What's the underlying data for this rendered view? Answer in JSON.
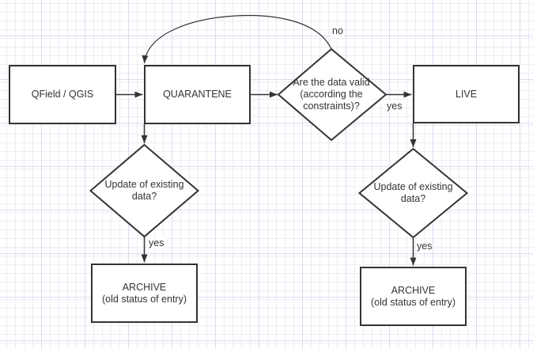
{
  "diagram": {
    "nodes": {
      "qfield": {
        "label": "QField / QGIS"
      },
      "quarantene": {
        "label": "QUARANTENE"
      },
      "live": {
        "label": "LIVE"
      },
      "valid_check": {
        "label": "Are the data valid (according the constraints)?"
      },
      "update_check_left": {
        "label": "Update of existing data?"
      },
      "update_check_right": {
        "label": "Update of existing data?"
      },
      "archive_left": {
        "lines": [
          "ARCHIVE",
          "(old status of entry)"
        ]
      },
      "archive_right": {
        "lines": [
          "ARCHIVE",
          "(old status of entry)"
        ]
      }
    },
    "edge_labels": {
      "no": "no",
      "yes_valid": "yes",
      "yes_left": "yes",
      "yes_right": "yes"
    },
    "colors": {
      "stroke": "#333333",
      "fill": "#ffffff",
      "text": "#333333",
      "grid_minor": "#ececf7",
      "grid_major": "#dcdcef",
      "background": "#ffffff"
    }
  }
}
